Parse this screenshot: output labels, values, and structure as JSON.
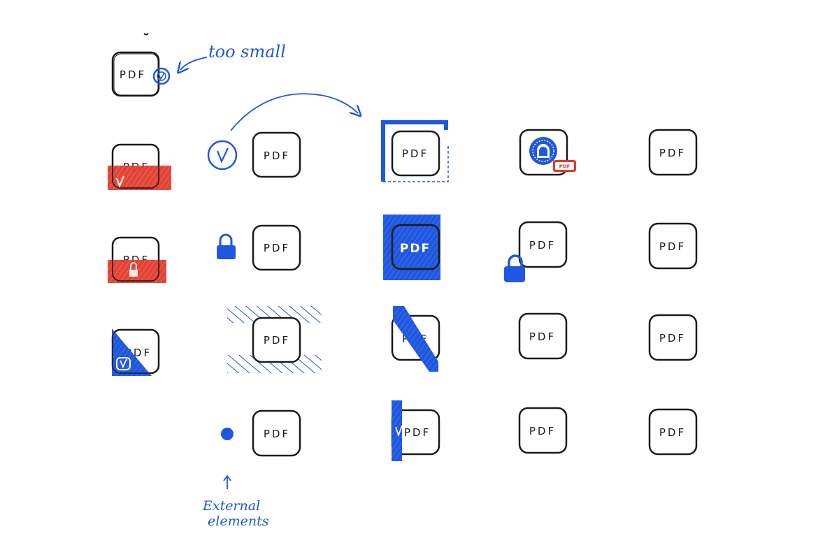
{
  "colors": {
    "ink": "#1a1a1a",
    "accent_blue": "#1f57e0",
    "accent_red": "#e03b2a"
  },
  "pdf_label": "PDF",
  "badge_label": "PDF",
  "annotations": {
    "too_small": "too small",
    "external_line1": "External",
    "external_line2": "elements"
  },
  "icon_names": [
    "checkmark-icon",
    "lock-icon",
    "dot-icon",
    "document-icon"
  ]
}
